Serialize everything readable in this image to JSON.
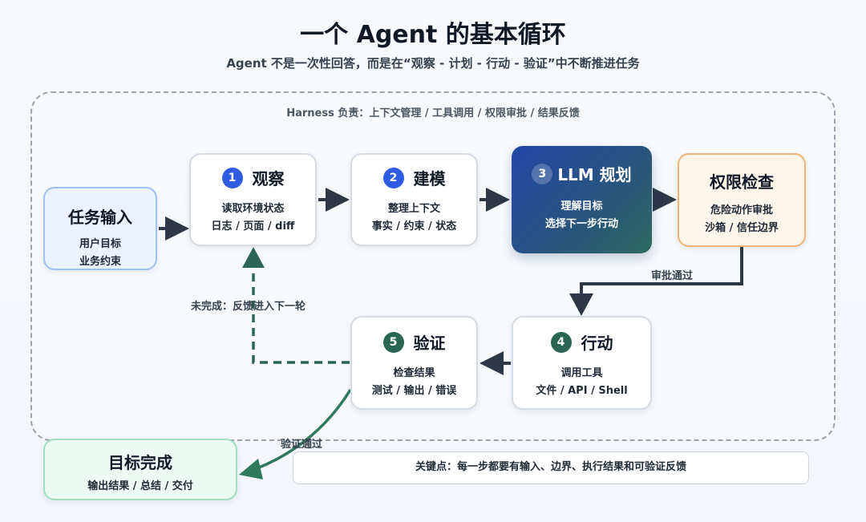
{
  "title": "一个 Agent 的基本循环",
  "subtitle": "Agent 不是一次性回答，而是在“观察 - 计划 - 行动 - 验证”中不断推进任务",
  "harness": {
    "label": "Harness 负责：上下文管理 / 工具调用 / 权限审批 / 结果反馈"
  },
  "nodes": {
    "task_input": {
      "title": "任务输入",
      "line1": "用户目标",
      "line2": "业务约束"
    },
    "observe": {
      "num": "1",
      "title": "观察",
      "line1": "读取环境状态",
      "line2": "日志 / 页面 / diff"
    },
    "model": {
      "num": "2",
      "title": "建模",
      "line1": "整理上下文",
      "line2": "事实 / 约束 / 状态"
    },
    "llm_plan": {
      "num": "3",
      "title": "LLM 规划",
      "line1": "理解目标",
      "line2": "选择下一步行动"
    },
    "permission": {
      "title": "权限检查",
      "line1": "危险动作审批",
      "line2": "沙箱 / 信任边界"
    },
    "action": {
      "num": "4",
      "title": "行动",
      "line1": "调用工具",
      "line2": "文件 / API / Shell"
    },
    "verify": {
      "num": "5",
      "title": "验证",
      "line1": "检查结果",
      "line2": "测试 / 输出 / 错误"
    },
    "done": {
      "title": "目标完成",
      "line1": "输出结果 / 总结 / 交付"
    }
  },
  "edges": {
    "approved": "审批通过",
    "incomplete": "未完成：反馈进入下一轮",
    "verified": "验证通过"
  },
  "keypoint": "关键点：每一步都要有输入、边界、执行结果和可验证反馈",
  "colors": {
    "blue_badge": "#2f5ce0",
    "green_badge": "#2b6655",
    "arrow_dark": "#2d3748",
    "arrow_green": "#2f7a5c"
  }
}
